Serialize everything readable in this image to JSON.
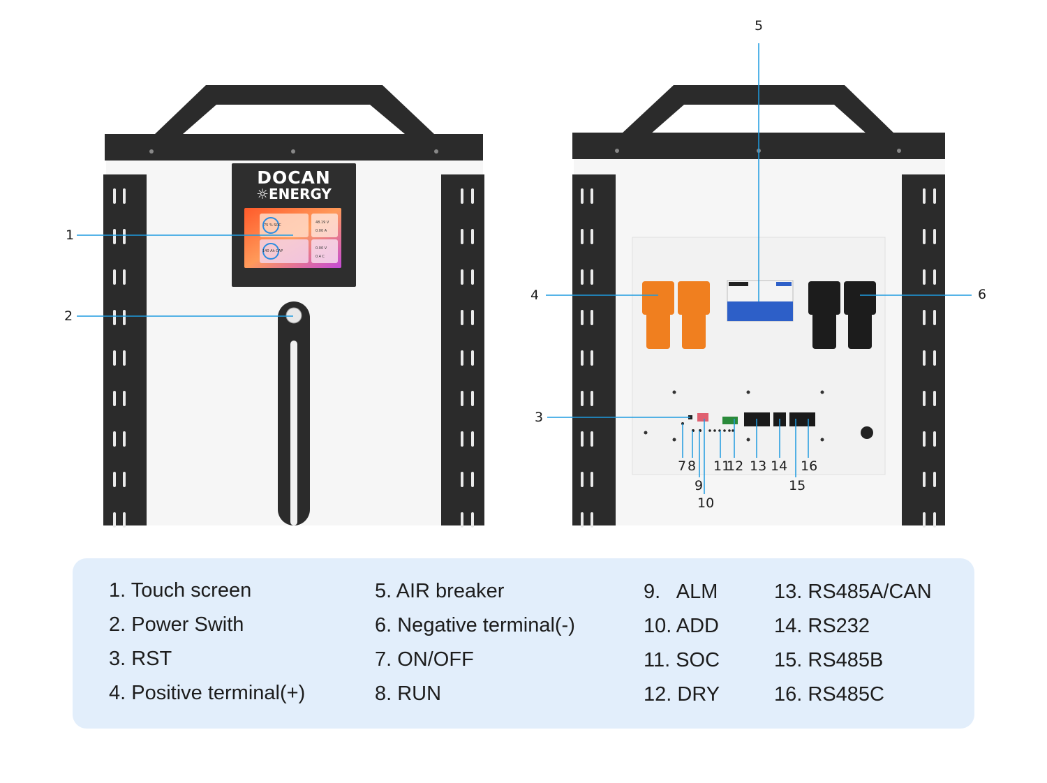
{
  "brand": {
    "line1": "DOCAN",
    "line2": "☼ENERGY"
  },
  "screen": {
    "soc_gauge": "75 % SOC",
    "cap_gauge": "140 Ah CAP",
    "total_voltage": "48.19 V",
    "total_current": "0.00 A",
    "cell_voltage": "0.00 V",
    "temp": "0.4 C"
  },
  "callouts": {
    "c1": "1",
    "c2": "2",
    "c3": "3",
    "c4": "4",
    "c5": "5",
    "c6": "6",
    "c7": "7",
    "c8": "8",
    "c9": "9",
    "c10": "10",
    "c11": "11",
    "c12": "12",
    "c13": "13",
    "c14": "14",
    "c15": "15",
    "c16": "16"
  },
  "legend": {
    "col1": [
      "1. Touch screen",
      "2. Power Swith",
      "3. RST",
      "4. Positive terminal(+)"
    ],
    "col2": [
      "5. AIR breaker",
      "6. Negative terminal(-)",
      "7. ON/OFF",
      "8. RUN"
    ],
    "col3": [
      "9.   ALM",
      "10. ADD",
      "11. SOC",
      "12. DRY"
    ],
    "col4": [
      "13. RS485A/CAN",
      "14. RS232",
      "15. RS485B",
      "16. RS485C"
    ]
  },
  "colors": {
    "frame": "#2b2b2b",
    "callout_line": "#1e9be0",
    "positive_terminal": "#f07f1f",
    "negative_terminal": "#1c1c1c",
    "breaker": "#2d5fc8",
    "legend_bg": "#e2eefb"
  }
}
